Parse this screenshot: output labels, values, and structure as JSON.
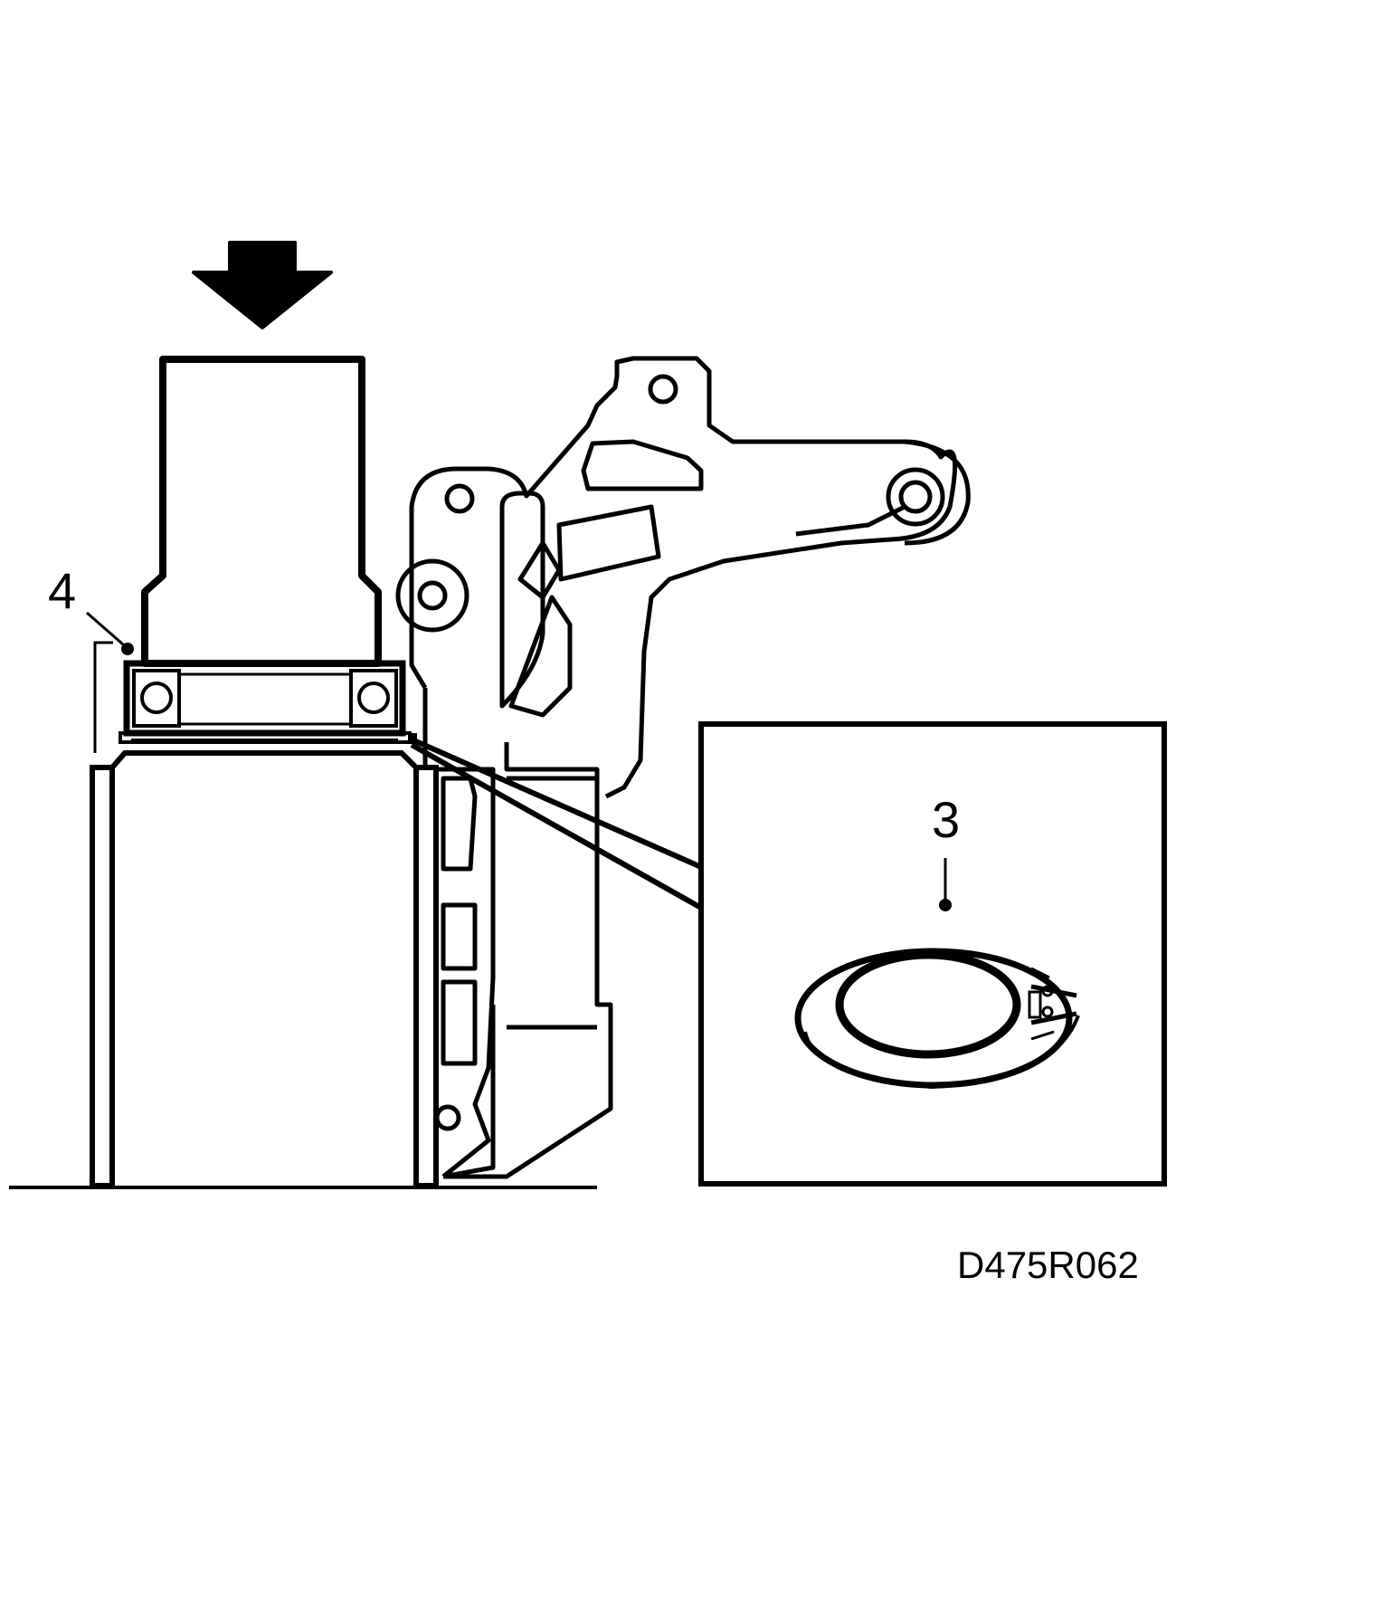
{
  "callouts": {
    "part_4": "4",
    "part_3": "3"
  },
  "figure_code": "D475R062",
  "colors": {
    "ink": "#000000",
    "paper": "#ffffff"
  }
}
